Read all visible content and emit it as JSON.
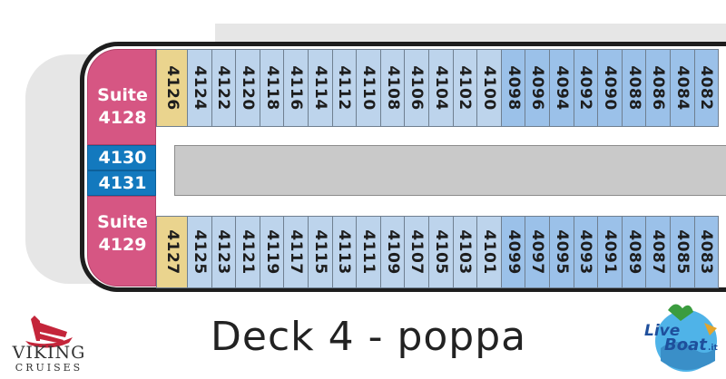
{
  "title": "Deck 4 - poppa",
  "logo": {
    "brand": "VIKING",
    "tagline": "CRUISES"
  },
  "watermark": {
    "line1": "Live",
    "line2": "Boat",
    "suffix": ".it"
  },
  "suites": {
    "top": {
      "word": "Suite",
      "number": "4128"
    },
    "bottom": {
      "word": "Suite",
      "number": "4129"
    }
  },
  "blue_cabins": [
    "4130",
    "4131"
  ],
  "top_row": [
    "4126",
    "4124",
    "4122",
    "4120",
    "4118",
    "4116",
    "4114",
    "4112",
    "4110",
    "4108",
    "4106",
    "4104",
    "4102",
    "4100",
    "4098",
    "4096",
    "4094",
    "4092",
    "4090",
    "4088",
    "4086",
    "4084",
    "4082"
  ],
  "bottom_row": [
    "4127",
    "4125",
    "4123",
    "4121",
    "4119",
    "4117",
    "4115",
    "4113",
    "4111",
    "4109",
    "4107",
    "4105",
    "4103",
    "4101",
    "4099",
    "4097",
    "4095",
    "4093",
    "4091",
    "4089",
    "4087",
    "4085",
    "4083"
  ],
  "colors": {
    "suite": "#d65683",
    "blue_cabin": "#1379be",
    "cabin_light": "#bdd4ec",
    "cabin_mid": "#9bc1e9",
    "cabin_corner": "#ead48e",
    "hull": "#1e1e1e",
    "deck_shadow": "#e6e6e6",
    "corridor": "#c9c9c9"
  }
}
